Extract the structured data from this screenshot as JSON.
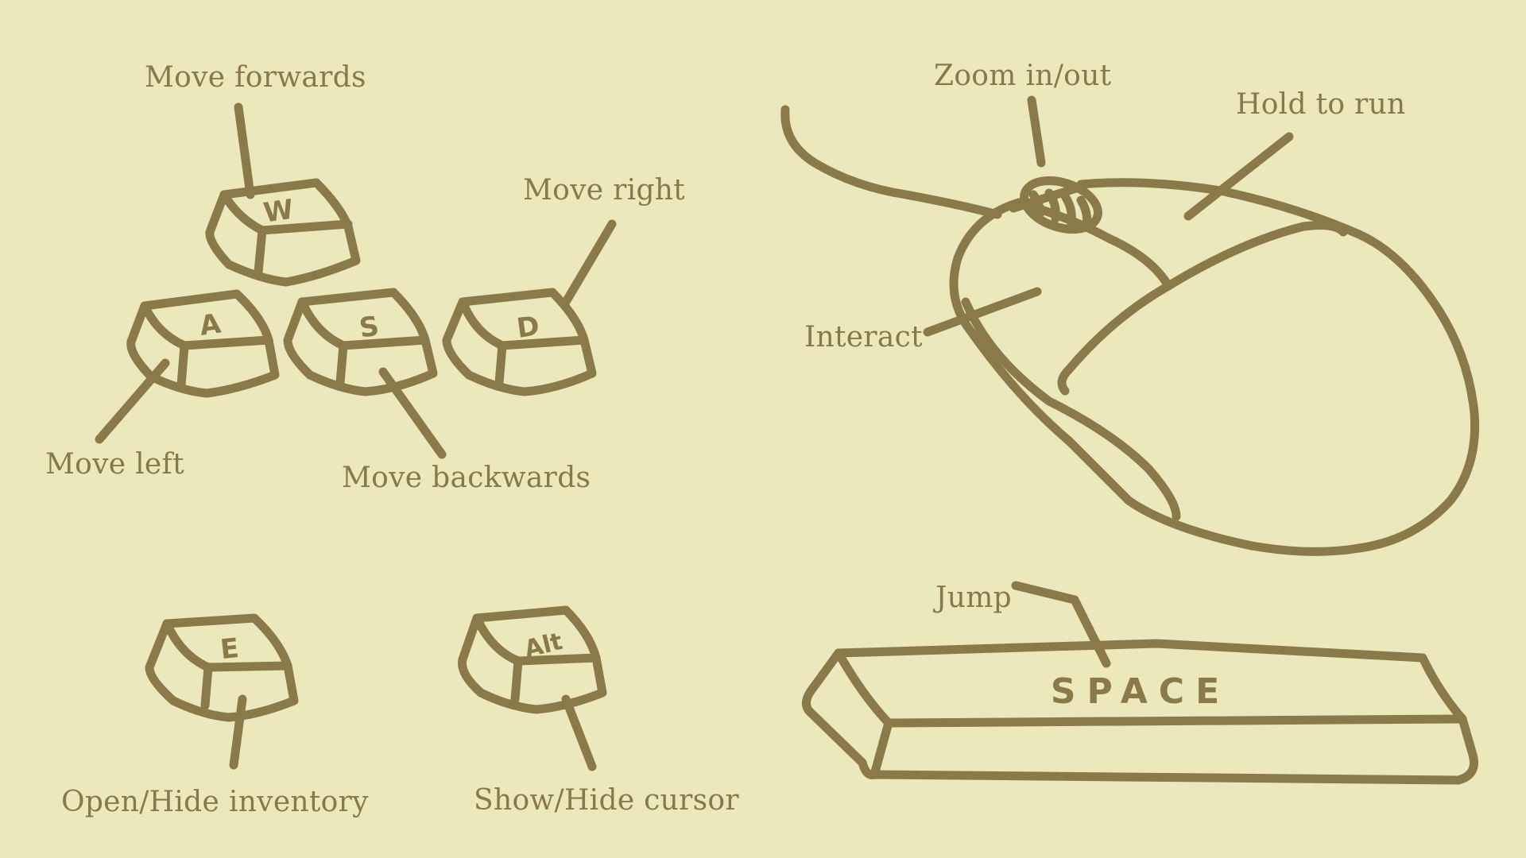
{
  "theme": {
    "background": "#ebe8bb",
    "ink": "#8a7a4a"
  },
  "keys": {
    "w": "W",
    "a": "A",
    "s": "S",
    "d": "D",
    "e": "E",
    "alt": "Alt",
    "space": "SPACE"
  },
  "labels": {
    "move_forwards": "Move forwards",
    "move_right": "Move right",
    "move_left": "Move left",
    "move_backwards": "Move backwards",
    "open_hide_inventory": "Open/Hide inventory",
    "show_hide_cursor": "Show/Hide cursor",
    "zoom": "Zoom in/out",
    "hold_to_run": "Hold to run",
    "interact": "Interact",
    "jump": "Jump"
  },
  "icons": [
    "keycap-icon",
    "mouse-icon",
    "spacebar-icon"
  ]
}
